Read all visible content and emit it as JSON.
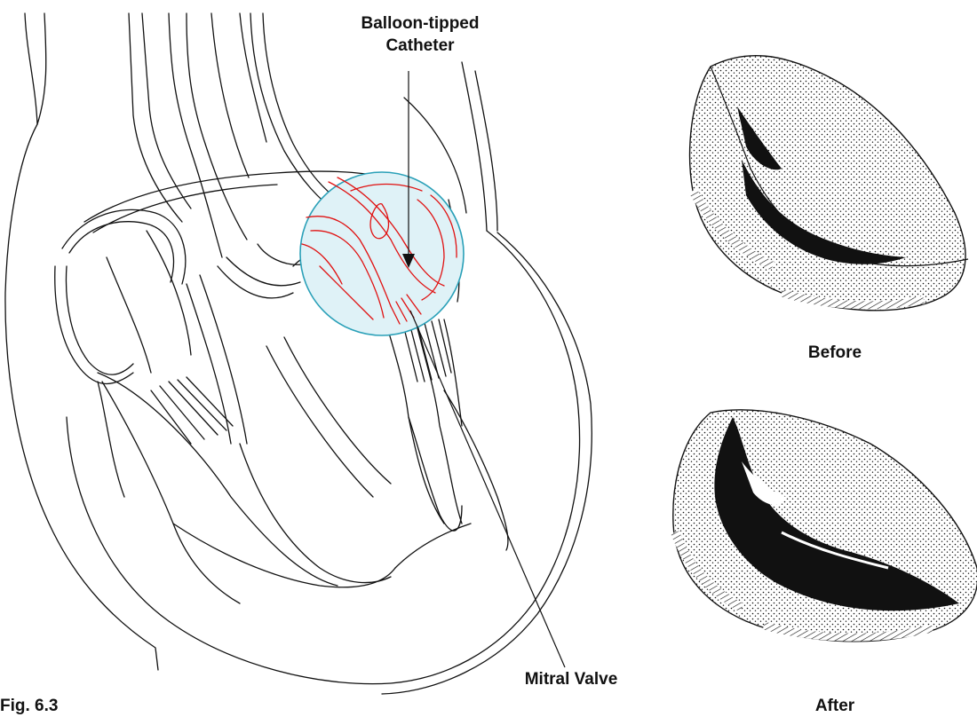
{
  "labels": {
    "balloon_line1": "Balloon-tipped",
    "balloon_line2": "Catheter",
    "mitral_valve": "Mitral Valve",
    "before": "Before",
    "after": "After",
    "figure": "Fig. 6.3"
  },
  "colors": {
    "line": "#111111",
    "highlight": "#e01010",
    "magnifier_fill": "#dff2f7",
    "magnifier_stroke": "#2aa0b8"
  }
}
